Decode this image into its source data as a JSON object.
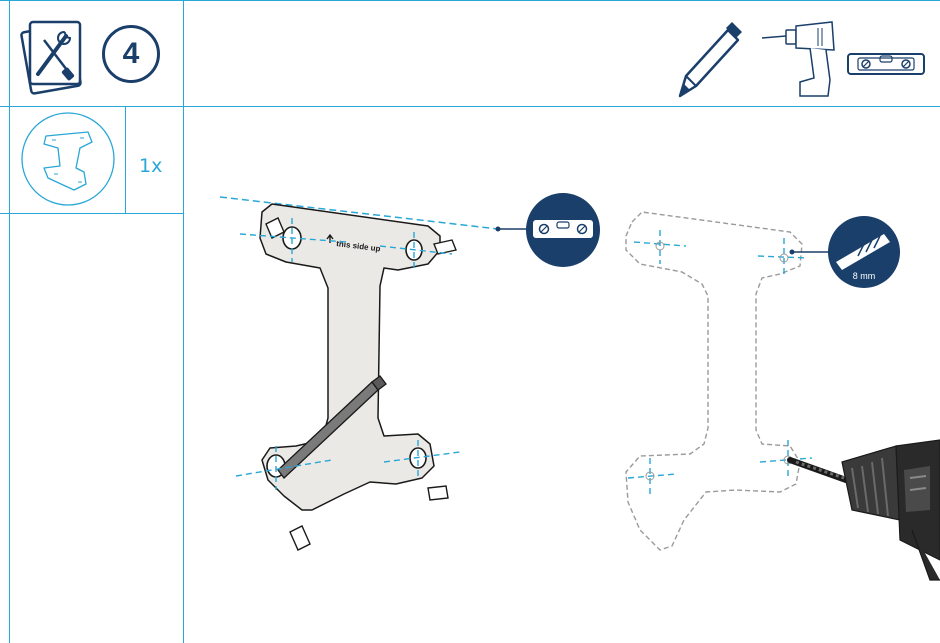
{
  "step": {
    "number": "4"
  },
  "parts": {
    "quantity": "1x"
  },
  "bracket": {
    "orientation_label": "this side up"
  },
  "drill_bit": {
    "size_label": "8 mm"
  },
  "colors": {
    "accent": "#29a7d6",
    "navy": "#1a3f6a",
    "plate": "#ebe9e6"
  },
  "icons": [
    "tools-icon",
    "pencil-icon",
    "drill-icon",
    "spirit-level-icon",
    "bracket-icon",
    "drill-bit-icon"
  ]
}
